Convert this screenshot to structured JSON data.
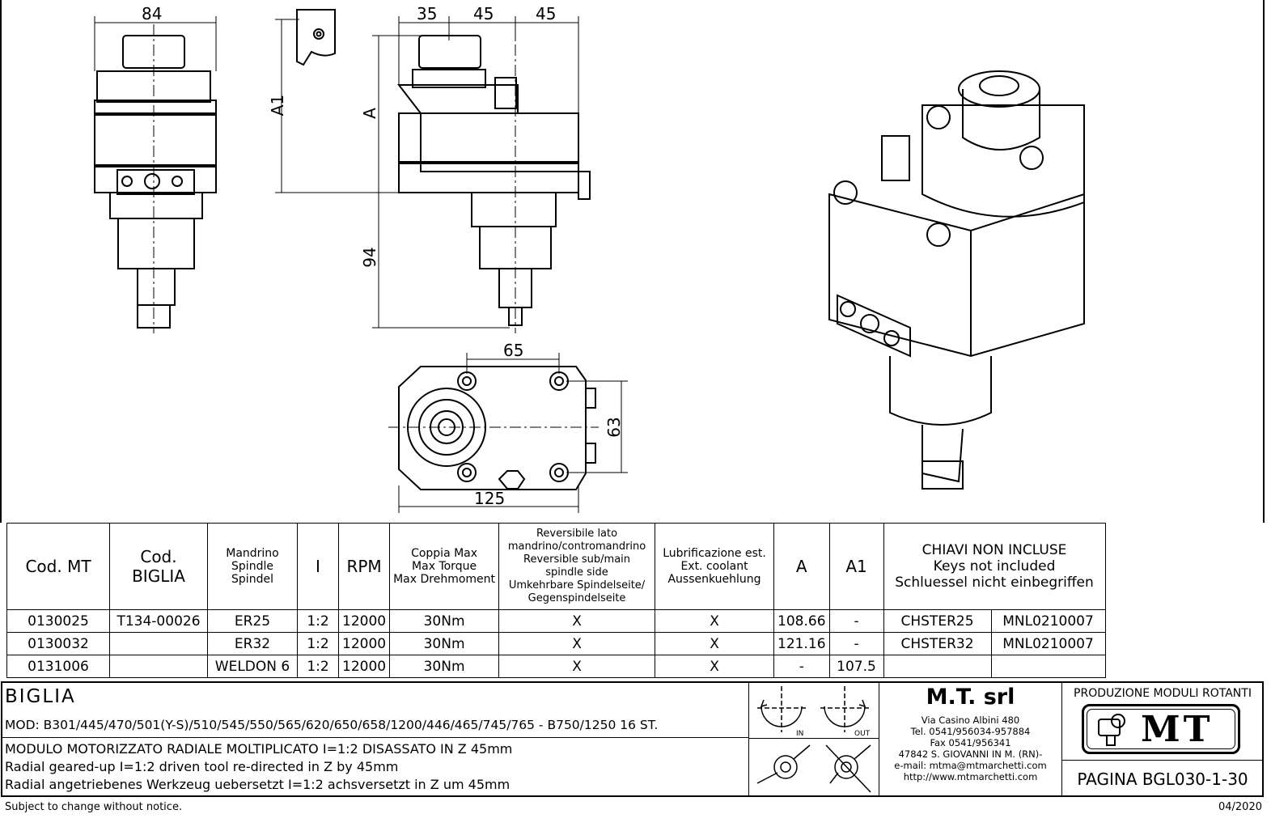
{
  "dimensions": {
    "d84": "84",
    "dA1": "A1",
    "d35": "35",
    "d45a": "45",
    "d45b": "45",
    "dA": "A",
    "d94": "94",
    "d65": "65",
    "d63": "63",
    "d125": "125"
  },
  "table": {
    "headers": {
      "cod_mt": "Cod. MT",
      "cod_biglia_1": "Cod.",
      "cod_biglia_2": "BIGLIA",
      "spindle": [
        "Mandrino",
        "Spindle",
        "Spindel"
      ],
      "ratio": "I",
      "rpm": "RPM",
      "torque": [
        "Coppia Max",
        "Max Torque",
        "Max Drehmoment"
      ],
      "reversible": [
        "Reversibile lato",
        "mandrino/contromandrino",
        "Reversible sub/main",
        "spindle side",
        "Umkehrbare Spindelseite/",
        "Gegenspindelseite"
      ],
      "coolant": [
        "Lubrificazione est.",
        "Ext. coolant",
        "Aussenkuehlung"
      ],
      "a": "A",
      "a1": "A1",
      "keys": [
        "CHIAVI NON INCLUSE",
        "Keys not included",
        "Schluessel nicht einbegriffen"
      ]
    },
    "rows": [
      {
        "cod_mt": "0130025",
        "cod_biglia": "T134-00026",
        "spindle": "ER25",
        "ratio": "1:2",
        "rpm": "12000",
        "torque": "30Nm",
        "reversible": "X",
        "coolant": "X",
        "a": "108.66",
        "a1": "-",
        "key1": "CHSTER25",
        "key2": "MNL0210007"
      },
      {
        "cod_mt": "0130032",
        "cod_biglia": "",
        "spindle": "ER32",
        "ratio": "1:2",
        "rpm": "12000",
        "torque": "30Nm",
        "reversible": "X",
        "coolant": "X",
        "a": "121.16",
        "a1": "-",
        "key1": "CHSTER32",
        "key2": "MNL0210007"
      },
      {
        "cod_mt": "0131006",
        "cod_biglia": "",
        "spindle": "WELDON 6",
        "ratio": "1:2",
        "rpm": "12000",
        "torque": "30Nm",
        "reversible": "X",
        "coolant": "X",
        "a": "-",
        "a1": "107.5",
        "key1": "",
        "key2": ""
      }
    ]
  },
  "title_block": {
    "brand": "BIGLIA",
    "models": "MOD: B301/445/470/501(Y-S)/510/545/550/565/620/650/658/1200/446/465/745/765 - B750/1250 16 ST.",
    "desc_it": "MODULO MOTORIZZATO RADIALE MOLTIPLICATO I=1:2 DISASSATO IN Z 45mm",
    "desc_en": "Radial geared-up I=1:2 driven tool re-directed  in Z by 45mm",
    "desc_de": "Radial angetriebenes Werkzeug uebersetzt I=1:2 achsversetzt in Z um 45mm",
    "rot_in": "IN",
    "rot_out": "OUT",
    "company": "M.T. srl",
    "address": [
      "Via Casino Albini 480",
      "Tel. 0541/956034-957884",
      "Fax 0541/956341",
      "47842 S. GIOVANNI IN M. (RN)-",
      "e-mail: mtma@mtmarchetti.com",
      "http://www.mtmarchetti.com"
    ],
    "production": "PRODUZIONE MODULI ROTANTI",
    "logo": "MT",
    "page": "PAGINA BGL030-1-30"
  },
  "footer": {
    "notice": "Subject to change without notice.",
    "date": "04/2020"
  }
}
